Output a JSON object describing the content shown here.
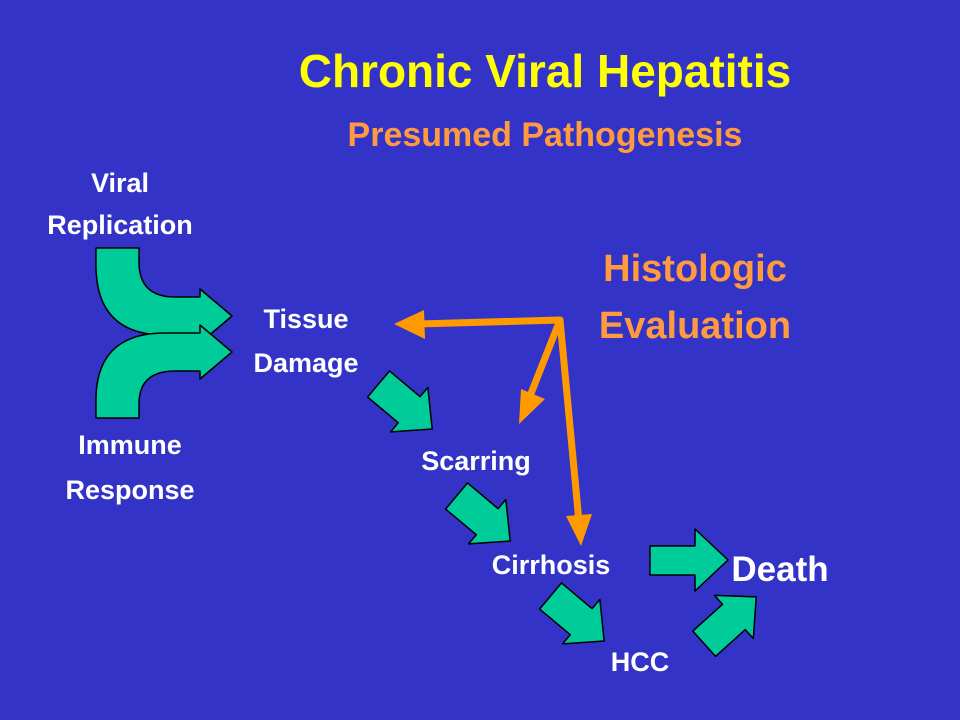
{
  "title": "Chronic Viral Hepatitis",
  "subtitle": "Presumed Pathogenesis",
  "histologic": {
    "line1": "Histologic",
    "line2": "Evaluation"
  },
  "nodes": {
    "viral_1": "Viral",
    "viral_2": "Replication",
    "immune_1": "Immune",
    "immune_2": "Response",
    "tissue_1": "Tissue",
    "tissue_2": "Damage",
    "scarring": "Scarring",
    "cirrhosis": "Cirrhosis",
    "hcc": "HCC",
    "death": "Death"
  },
  "colors": {
    "background": "#3333c8",
    "title": "#ffff00",
    "subtitle": "#ff9a40",
    "labels": "#ffffff",
    "green_arrow": "#00cc99",
    "orange_arrow": "#ff9900"
  }
}
